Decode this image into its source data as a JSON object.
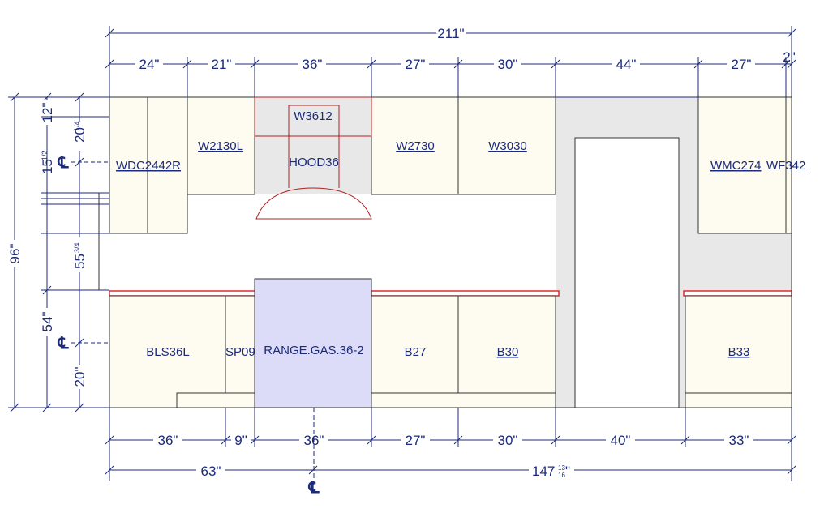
{
  "dimensions": {
    "overall_width": "211\"",
    "upper_row": [
      "24\"",
      "21\"",
      "36\"",
      "27\"",
      "30\"",
      "44\"",
      "27\"",
      "2\""
    ],
    "base_row": [
      "36\"",
      "9\"",
      "36\"",
      "27\"",
      "30\"",
      "40\"",
      "33\""
    ],
    "bottom_left": "63\"",
    "bottom_right": "147",
    "bottom_right_frac_num": "13",
    "bottom_right_frac_den": "16",
    "height_total": "96\"",
    "height_base": "54\"",
    "wall_top": "12\"",
    "wall_20": "20",
    "wall_20_frac": "1/4",
    "wall_15": "15",
    "wall_15_frac": "1/2",
    "mid_55": "55",
    "mid_55_frac": "3/4",
    "base_20": "20\"",
    "center_mark": "℄"
  },
  "cabinets": {
    "wdc": "WDC2442R",
    "w2130": "W2130L",
    "w3612": "W3612",
    "hood": "HOOD36",
    "w2730": "W2730",
    "w3030": "W3030",
    "wmc": "WMC274",
    "wf": "WF342",
    "bls": "BLS36L",
    "sp": "SP09",
    "range": "RANGE.GAS.36-2",
    "b27": "B27",
    "b30": "B30",
    "b33": "B33"
  },
  "colors": {
    "dimension": "#1c2a7a",
    "cabinet_fill": "#fefcf1",
    "countertop": "#d42020",
    "range_fill": "#dcdcf8",
    "wall": "#e8e8e8"
  }
}
